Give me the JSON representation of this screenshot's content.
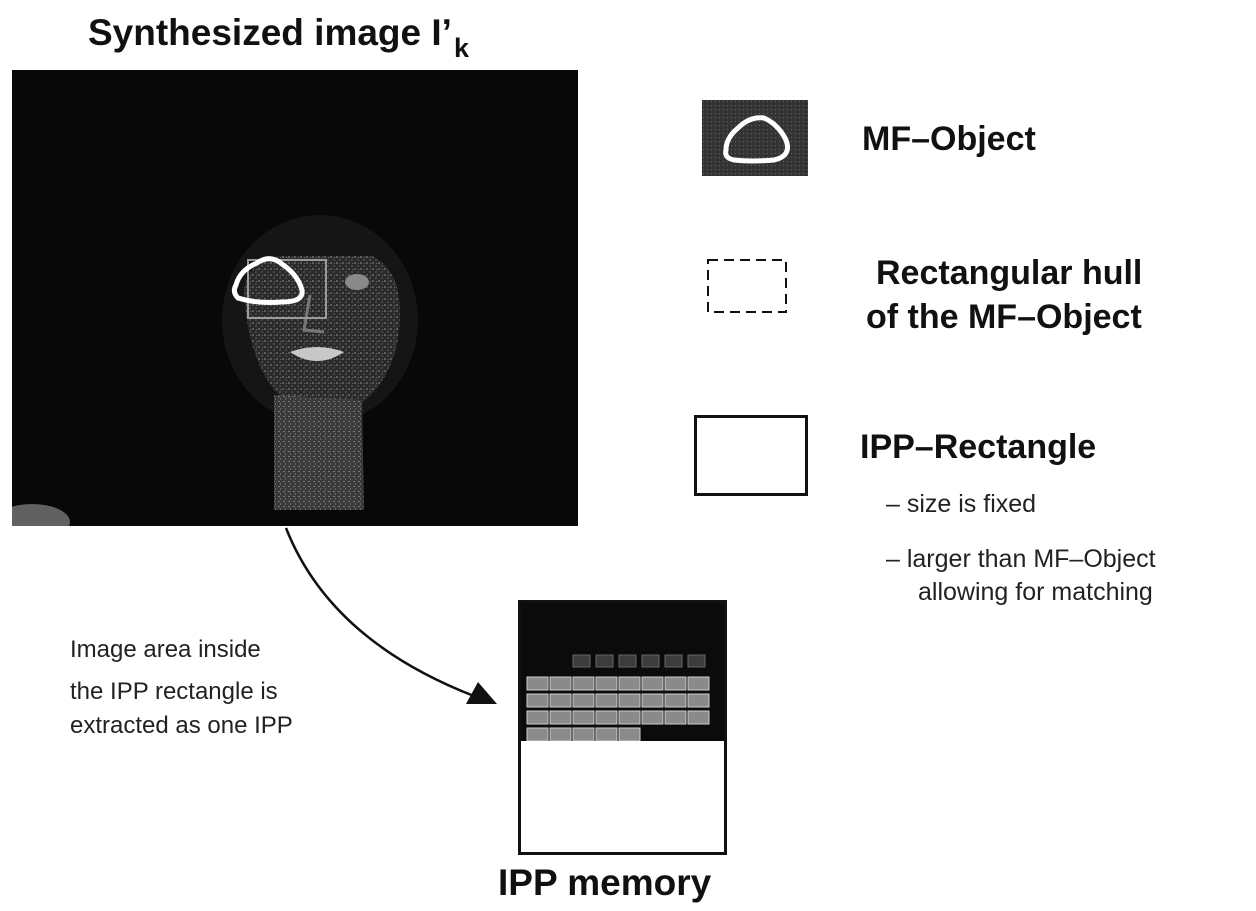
{
  "synthesized": {
    "title": "Synthesized image I’",
    "title_subscript": "k"
  },
  "legend": {
    "mf_object": "MF–Object",
    "hull_line1": "Rectangular hull",
    "hull_line2": "of the MF–Object",
    "ipp_rectangle": "IPP–Rectangle",
    "bullets": [
      "–  size is fixed",
      "–  larger than MF–Object",
      "allowing for matching"
    ]
  },
  "caption": [
    "Image area inside",
    "the IPP rectangle is",
    "extracted as one IPP"
  ],
  "ipp_memory": {
    "title": "IPP memory"
  },
  "colors": {
    "background": "#ffffff",
    "image_dark": "#080808",
    "outline_white": "#ffffff",
    "stroke": "#111111"
  }
}
